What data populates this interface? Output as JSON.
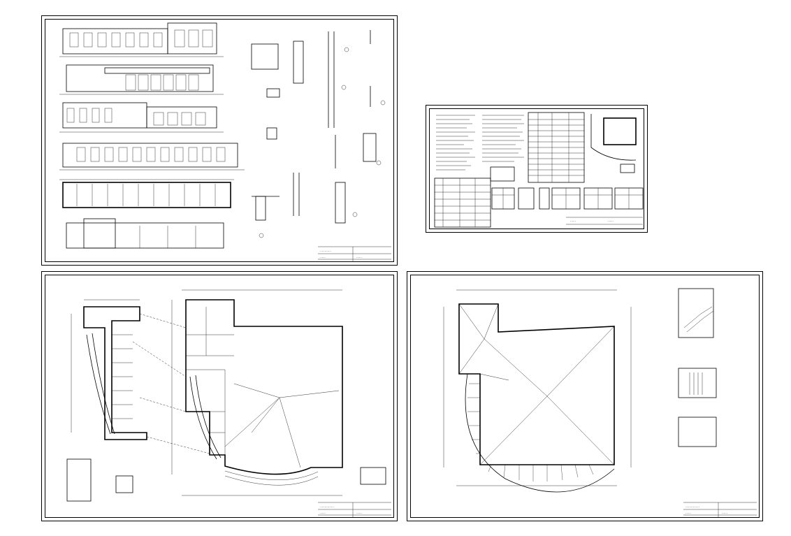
{
  "drawing_set": {
    "sheets": [
      {
        "id": "elevations",
        "title_block": {
          "project": "…………",
          "rows": [
            "……",
            "……"
          ]
        }
      },
      {
        "id": "notes",
        "title_block": {
          "project": "……",
          "rows": [
            "……"
          ]
        }
      },
      {
        "id": "floor-plan",
        "title_block": {
          "project": "……………",
          "rows": [
            "……",
            "……"
          ]
        }
      },
      {
        "id": "roof-plan",
        "title_block": {
          "project": "……………",
          "rows": [
            "……",
            "……"
          ]
        }
      }
    ],
    "colors": {
      "line": "#000000",
      "paper": "#ffffff"
    }
  }
}
